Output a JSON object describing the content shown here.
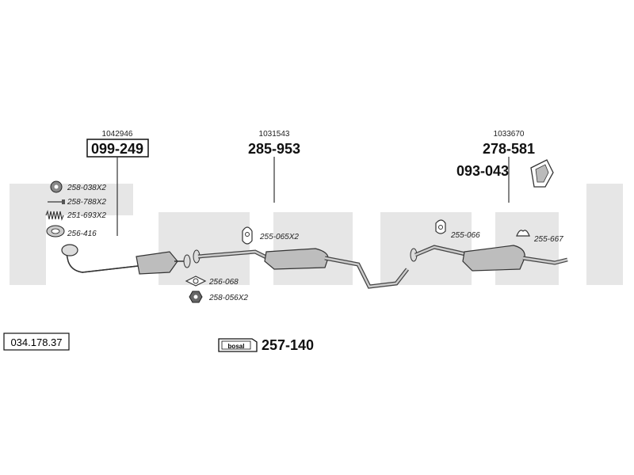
{
  "catalog_number": "034.178.37",
  "groups": [
    {
      "ref": "1042946",
      "part": "099-249"
    },
    {
      "ref": "1031543",
      "part": "285-953"
    },
    {
      "ref": "1033670",
      "part": "278-581",
      "sub_part": "093-043"
    }
  ],
  "accessories": [
    {
      "code": "258-038X2",
      "icon": "gasket-ring-icon"
    },
    {
      "code": "258-788X2",
      "icon": "bolt-icon"
    },
    {
      "code": "251-693X2",
      "icon": "spring-icon"
    },
    {
      "code": "256-416",
      "icon": "seal-ring-icon"
    },
    {
      "code": "255-065X2",
      "icon": "rubber-mount-icon"
    },
    {
      "code": "256-068",
      "icon": "flange-gasket-icon"
    },
    {
      "code": "258-056X2",
      "icon": "nut-icon"
    },
    {
      "code": "255-066",
      "icon": "rubber-mount-icon"
    },
    {
      "code": "255-667",
      "icon": "rubber-mount-icon"
    }
  ],
  "kit": {
    "badge": "bosal",
    "part": "257-140"
  }
}
